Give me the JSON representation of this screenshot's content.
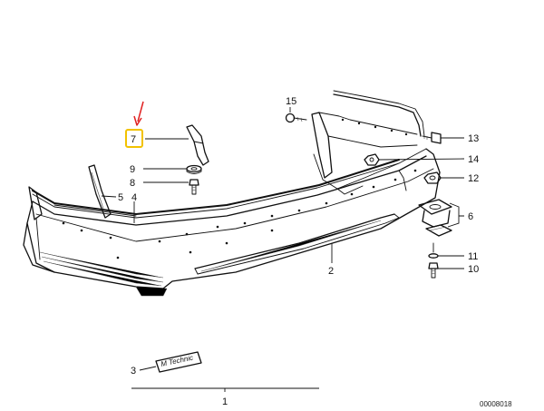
{
  "diagram": {
    "callouts": {
      "c1": "1",
      "c2": "2",
      "c3": "3",
      "c4": "4",
      "c5": "5",
      "c6": "6",
      "c7": "7",
      "c8": "8",
      "c9": "9",
      "c10": "10",
      "c11": "11",
      "c12": "12",
      "c13": "13",
      "c14": "14",
      "c15": "15"
    },
    "badge_text": "M Technic",
    "reference_code": "00008018",
    "colors": {
      "highlight": "#f2c200",
      "arrow": "#e02020",
      "ink": "#111111"
    }
  }
}
